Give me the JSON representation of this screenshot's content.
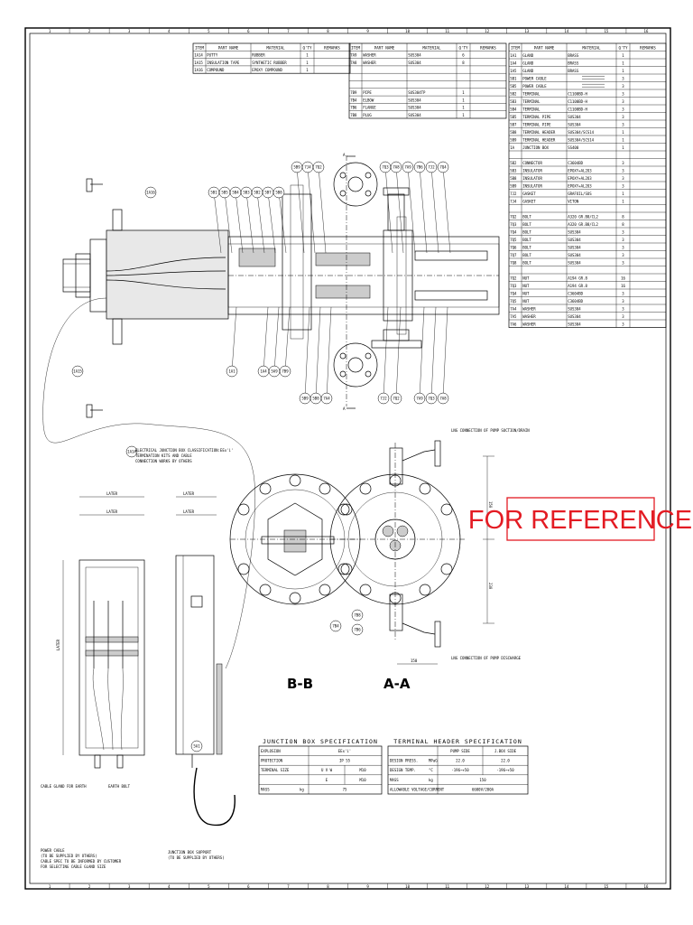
{
  "border_columns": [
    "1",
    "2",
    "3",
    "4",
    "5",
    "6",
    "7",
    "8",
    "9",
    "10",
    "11",
    "12",
    "13",
    "14",
    "15",
    "16"
  ],
  "parts_header": {
    "item": "ITEM",
    "part_name": "PART NAME",
    "material": "MATERIAL",
    "qty": "Q'TY",
    "remarks": "REMARKS"
  },
  "parts_table_1": [
    {
      "item": "1A14",
      "name": "PUTTY",
      "material": "RUBBER",
      "qty": "1"
    },
    {
      "item": "1A15",
      "name": "INSULATION TAPE",
      "material": "SYNTHETIC RUBBER",
      "qty": "1"
    },
    {
      "item": "1A16",
      "name": "COMPOUND",
      "material": "EPOXY COMPOUND",
      "qty": "1"
    }
  ],
  "parts_table_2": [
    {
      "item": "7A9",
      "name": "WASHER",
      "material": "SUS304",
      "qty": "6"
    },
    {
      "item": "7A8",
      "name": "WASHER",
      "material": "SUS304",
      "qty": "8"
    },
    {
      "item": "",
      "name": "",
      "material": "",
      "qty": ""
    },
    {
      "item": "",
      "name": "",
      "material": "",
      "qty": ""
    },
    {
      "item": "",
      "name": "",
      "material": "",
      "qty": ""
    },
    {
      "item": "7B9",
      "name": "PIPE",
      "material": "SUS304TP",
      "qty": "1"
    },
    {
      "item": "7B4",
      "name": "ELBOW",
      "material": "SUS304",
      "qty": "1"
    },
    {
      "item": "7B6",
      "name": "FLANGE",
      "material": "SUS304",
      "qty": "1"
    },
    {
      "item": "7B8",
      "name": "PLUG",
      "material": "SUS304",
      "qty": "1"
    }
  ],
  "parts_table_3": [
    {
      "item": "1A1",
      "name": "GLAND",
      "material": "BRASS",
      "qty": "1"
    },
    {
      "item": "1A4",
      "name": "GLAND",
      "material": "BRASS",
      "qty": "1"
    },
    {
      "item": "1A5",
      "name": "GLAND",
      "material": "BRASS",
      "qty": "1"
    },
    {
      "item": "5B1",
      "name": "POWER CABLE",
      "material": "",
      "qty": "3"
    },
    {
      "item": "5B5",
      "name": "POWER CABLE",
      "material": "",
      "qty": "3"
    },
    {
      "item": "5B2",
      "name": "TERMINAL",
      "material": "C1100BD-H",
      "qty": "3"
    },
    {
      "item": "5B3",
      "name": "TERMINAL",
      "material": "C1100BD-H",
      "qty": "3"
    },
    {
      "item": "5B4",
      "name": "TERMINAL",
      "material": "C1100BD-H",
      "qty": "3"
    },
    {
      "item": "5B5",
      "name": "TERMINAL PIPE",
      "material": "SUS304",
      "qty": "3"
    },
    {
      "item": "5B7",
      "name": "TERMINAL PIPE",
      "material": "SUS304",
      "qty": "3"
    },
    {
      "item": "5B8",
      "name": "TERMINAL HEADER",
      "material": "SUS304/SCS14",
      "qty": "1"
    },
    {
      "item": "5B9",
      "name": "TERMINAL HEADER",
      "material": "SUS304/SCS14",
      "qty": "1"
    },
    {
      "item": "1A",
      "name": "JUNCTION BOX",
      "material": "SS400",
      "qty": "1"
    },
    {
      "item": "",
      "name": "",
      "material": "",
      "qty": ""
    },
    {
      "item": "5B2",
      "name": "CONNECTOR",
      "material": "C3604BD",
      "qty": "3"
    },
    {
      "item": "5B3",
      "name": "INSULATOR",
      "material": "EPOXY+AL2O3",
      "qty": "3"
    },
    {
      "item": "5B8",
      "name": "INSULATOR",
      "material": "EPOXY+AL2O3",
      "qty": "3"
    },
    {
      "item": "5B9",
      "name": "INSULATOR",
      "material": "EPOXY+AL2O3",
      "qty": "3"
    },
    {
      "item": "7J2",
      "name": "GASKET",
      "material": "GRAFOIL/SUS",
      "qty": "1"
    },
    {
      "item": "7J4",
      "name": "GASKET",
      "material": "VITON",
      "qty": "1"
    },
    {
      "item": "",
      "name": "",
      "material": "",
      "qty": ""
    },
    {
      "item": "7Q2",
      "name": "BOLT",
      "material": "A320 GR.B8/CL2",
      "qty": "8"
    },
    {
      "item": "7Q3",
      "name": "BOLT",
      "material": "A320 GR.B8/CL2",
      "qty": "8"
    },
    {
      "item": "7Q4",
      "name": "BOLT",
      "material": "SUS304",
      "qty": "3"
    },
    {
      "item": "7Q5",
      "name": "BOLT",
      "material": "SUS304",
      "qty": "3"
    },
    {
      "item": "7Q6",
      "name": "BOLT",
      "material": "SUS304",
      "qty": "3"
    },
    {
      "item": "7Q7",
      "name": "BOLT",
      "material": "SUS304",
      "qty": "3"
    },
    {
      "item": "7Q8",
      "name": "BOLT",
      "material": "SUS304",
      "qty": "3"
    },
    {
      "item": "",
      "name": "",
      "material": "",
      "qty": ""
    },
    {
      "item": "7Q2",
      "name": "NUT",
      "material": "A194 GR.8",
      "qty": "16"
    },
    {
      "item": "7Q3",
      "name": "NUT",
      "material": "A194 GR.8",
      "qty": "16"
    },
    {
      "item": "7Q4",
      "name": "NUT",
      "material": "C3604BD",
      "qty": "3"
    },
    {
      "item": "7Q5",
      "name": "NUT",
      "material": "C3604BD",
      "qty": "3"
    },
    {
      "item": "7A4",
      "name": "WASHER",
      "material": "SUS304",
      "qty": "3"
    },
    {
      "item": "7A5",
      "name": "WASHER",
      "material": "SUS304",
      "qty": "3"
    },
    {
      "item": "7A6",
      "name": "WASHER",
      "material": "SUS304",
      "qty": "3"
    }
  ],
  "stamp": {
    "text": "FOR REFERENCE",
    "color": "#e31b23"
  },
  "section_labels": {
    "b": "B-B",
    "a": "A-A",
    "a_top": "A"
  },
  "junction_spec": {
    "title": "JUNCTION BOX SPECIFICATION",
    "rows": [
      {
        "label": "EXPLOSION",
        "c1": "EEx'i'",
        "c2": ""
      },
      {
        "label": "PROTECTION",
        "c1": "IP 55",
        "c2": ""
      },
      {
        "label": "TERMINAL SIZE",
        "c1": "U V W",
        "c2": "M10"
      },
      {
        "label": "",
        "c1": "E",
        "c2": "M10"
      },
      {
        "label": "MASS",
        "unit": "kg",
        "c1": "75",
        "c2": ""
      }
    ]
  },
  "terminal_spec": {
    "title": "TERMINAL HEADER SPECIFICATION",
    "col1": "PUMP SIDE",
    "col2": "J.BOX SIDE",
    "rows": [
      {
        "label": "DESIGN PRESS.",
        "unit": "MPaG",
        "c1": "22.0",
        "c2": "22.0"
      },
      {
        "label": "DESIGN TEMP.",
        "unit": "°C",
        "c1": "-196~+50",
        "c2": "-196~+50"
      },
      {
        "label": "MASS",
        "unit": "kg",
        "c1": "150",
        "c2": ""
      },
      {
        "label": "ALLOWABLE VOLTAGE/CURRENT",
        "unit": "",
        "c1": "6600V/200A",
        "c2": ""
      }
    ]
  },
  "dims": {
    "later1": "LATER",
    "later2": "LATER",
    "later3": "LATER",
    "later4": "LATER",
    "d150a": "150",
    "d150b": "150",
    "d230": "230",
    "later_v": "LATER"
  },
  "notes": {
    "jbox": "ELECTRICAL JUNCTION BOX CLASSIFICATION:EEx'i'",
    "jbox2": "TERMINATION KITS AND CABLE",
    "jbox3": "CONNECTION WORKS BY OTHERS",
    "gland": "CABLE GLAND FOR EARTH",
    "earth": "EARTH BOLT",
    "cable1": "POWER CABLE",
    "cable2": "(TO BE SUPPLIED BY OTHERS)",
    "cable3": "CABLE SPEC TO BE INFORMED BY CUSTOMER",
    "cable4": "FOR SELECTING CABLE GLAND SIZE",
    "support1": "JUNCTION BOX SUPPORT",
    "support2": "(TO BE SUPPLIED BY OTHERS)",
    "conn_top": "LNG CONNECTION OF PUMP SUCTION/DRAIN",
    "conn_bot": "LNG CONNECTION OF PUMP DISCHARGE"
  },
  "bubbles_top": [
    "5B1",
    "5B5",
    "5B4",
    "5B3",
    "5B2",
    "5B7",
    "5B8",
    "5B9",
    "7J4",
    "7Q2",
    "7Q3",
    "7A8",
    "7A9",
    "7B6",
    "7J2",
    "7Q4"
  ],
  "bubbles_bottom": [
    "1A1",
    "1A4",
    "5A9",
    "7B9",
    "5B9",
    "5B8",
    "7A4",
    "7J2",
    "7Q2",
    "7A9",
    "7Q3",
    "7A8"
  ],
  "bubbles_misc": [
    "1A16",
    "1A15",
    "1A14",
    "7B4",
    "7B8",
    "7B6",
    "5A1"
  ]
}
